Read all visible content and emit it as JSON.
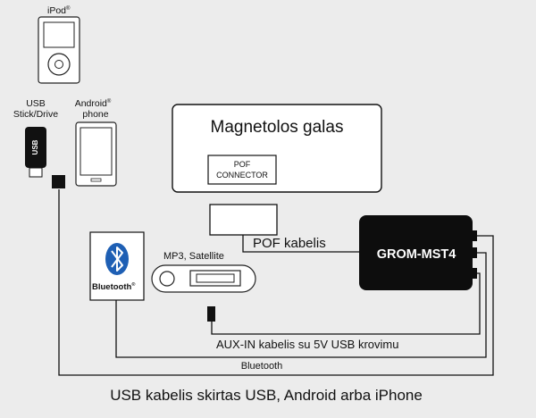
{
  "devices": {
    "ipod": {
      "label": "iPod",
      "mark": "®"
    },
    "usb": {
      "label_line1": "USB",
      "label_line2": "Stick/Drive",
      "stick_text": "USB"
    },
    "android": {
      "label_line1": "Android",
      "mark": "®",
      "label_line2": "phone"
    },
    "bluetooth": {
      "label": "Bluetooth",
      "mark": "®"
    },
    "aux": {
      "label": "MP3, Satellite"
    }
  },
  "head_unit": {
    "title": "Magnetolos galas",
    "pof_line1": "POF",
    "pof_line2": "CONNECTOR"
  },
  "module": {
    "label": "GROM-MST4"
  },
  "cables": {
    "pof": "POF kabelis",
    "aux": "AUX-IN kabelis su 5V USB krovimu",
    "bluetooth": "Bluetooth",
    "usb": "USB kabelis skirtas USB, Android arba iPhone"
  },
  "colors": {
    "background": "#ececec",
    "line": "#111111",
    "module": "#0d0d0d",
    "bluetooth_blue": "#1e5fb4"
  }
}
